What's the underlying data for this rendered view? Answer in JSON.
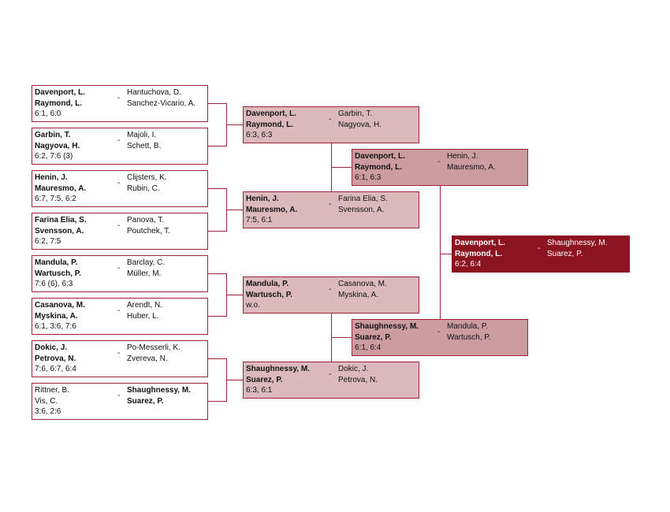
{
  "colors": {
    "border": "#9b2335",
    "round1_bg": "#ffffff",
    "round2_bg": "#dcb9bd",
    "round3_bg": "#cc9ca1",
    "final_bg": "#8b1420"
  },
  "matches": [
    {
      "round": 1,
      "a": [
        "Davenport, L.",
        "Raymond, L."
      ],
      "b": [
        "Hantuchova, D.",
        "Sanchez-Vicario, A."
      ],
      "winner": "a",
      "sep": "-",
      "score": "6:1, 6:0"
    },
    {
      "round": 1,
      "a": [
        "Garbin, T.",
        "Nagyova, H."
      ],
      "b": [
        "Majoli, I.",
        "Schett, B."
      ],
      "winner": "a",
      "sep": "-",
      "score": "6:2, 7:6 (3)"
    },
    {
      "round": 1,
      "a": [
        "Henin, J.",
        "Mauresmo, A."
      ],
      "b": [
        "Clijsters, K.",
        "Rubin, C."
      ],
      "winner": "a",
      "sep": "-",
      "score": "6:7, 7:5, 6:2"
    },
    {
      "round": 1,
      "a": [
        "Farina Elia, S.",
        "Svensson, A."
      ],
      "b": [
        "Panova, T.",
        "Poutchek, T."
      ],
      "winner": "a",
      "sep": "-",
      "score": "6:2, 7:5"
    },
    {
      "round": 1,
      "a": [
        "Mandula, P.",
        "Wartusch, P."
      ],
      "b": [
        "Barclay, C.",
        "Müller, M."
      ],
      "winner": "a",
      "sep": "-",
      "score": "7:6 (6), 6:3"
    },
    {
      "round": 1,
      "a": [
        "Casanova, M.",
        "Myskina, A."
      ],
      "b": [
        "Arendt, N.",
        "Huber, L."
      ],
      "winner": "a",
      "sep": "-",
      "score": "6:1, 3:6, 7:6"
    },
    {
      "round": 1,
      "a": [
        "Dokic, J.",
        "Petrova, N."
      ],
      "b": [
        "Po-Messerli, K.",
        "Zvereva, N."
      ],
      "winner": "a",
      "sep": "-",
      "score": "7:6, 6:7, 6:4"
    },
    {
      "round": 1,
      "a": [
        "Rittner, B.",
        "Vis, C."
      ],
      "b": [
        "Shaughnessy, M.",
        "Suarez, P."
      ],
      "winner": "b",
      "sep": "-",
      "score": "3:6, 2:6"
    },
    {
      "round": 2,
      "a": [
        "Davenport, L.",
        "Raymond, L."
      ],
      "b": [
        "Garbin, T.",
        "Nagyova, H."
      ],
      "winner": "a",
      "sep": "-",
      "score": "6:3, 6:3"
    },
    {
      "round": 2,
      "a": [
        "Henin, J.",
        "Mauresmo, A."
      ],
      "b": [
        "Farina Elia, S.",
        "Svensson, A."
      ],
      "winner": "a",
      "sep": "-",
      "score": "7:5, 6:1"
    },
    {
      "round": 2,
      "a": [
        "Mandula, P.",
        "Wartusch, P."
      ],
      "b": [
        "Casanova, M.",
        "Myskina, A."
      ],
      "winner": "a",
      "sep": "-",
      "score": "w.o."
    },
    {
      "round": 2,
      "a": [
        "Shaughnessy, M.",
        "Suarez, P."
      ],
      "b": [
        "Dokic, J.",
        "Petrova, N."
      ],
      "winner": "a",
      "sep": "-",
      "score": "6:3, 6:1"
    },
    {
      "round": 3,
      "a": [
        "Davenport, L.",
        "Raymond, L."
      ],
      "b": [
        "Henin, J.",
        "Mauresmo, A."
      ],
      "winner": "a",
      "sep": "-",
      "score": "6:1, 6:3"
    },
    {
      "round": 3,
      "a": [
        "Shaughnessy, M.",
        "Suarez, P."
      ],
      "b": [
        "Mandula, P.",
        "Wartusch, P."
      ],
      "winner": "a",
      "sep": "-",
      "score": "6:1, 6:4"
    },
    {
      "round": 4,
      "a": [
        "Davenport, L.",
        "Raymond, L."
      ],
      "b": [
        "Shaughnessy, M.",
        "Suarez, P."
      ],
      "winner": "a",
      "sep": "-",
      "score": "6:2, 6:4"
    }
  ]
}
